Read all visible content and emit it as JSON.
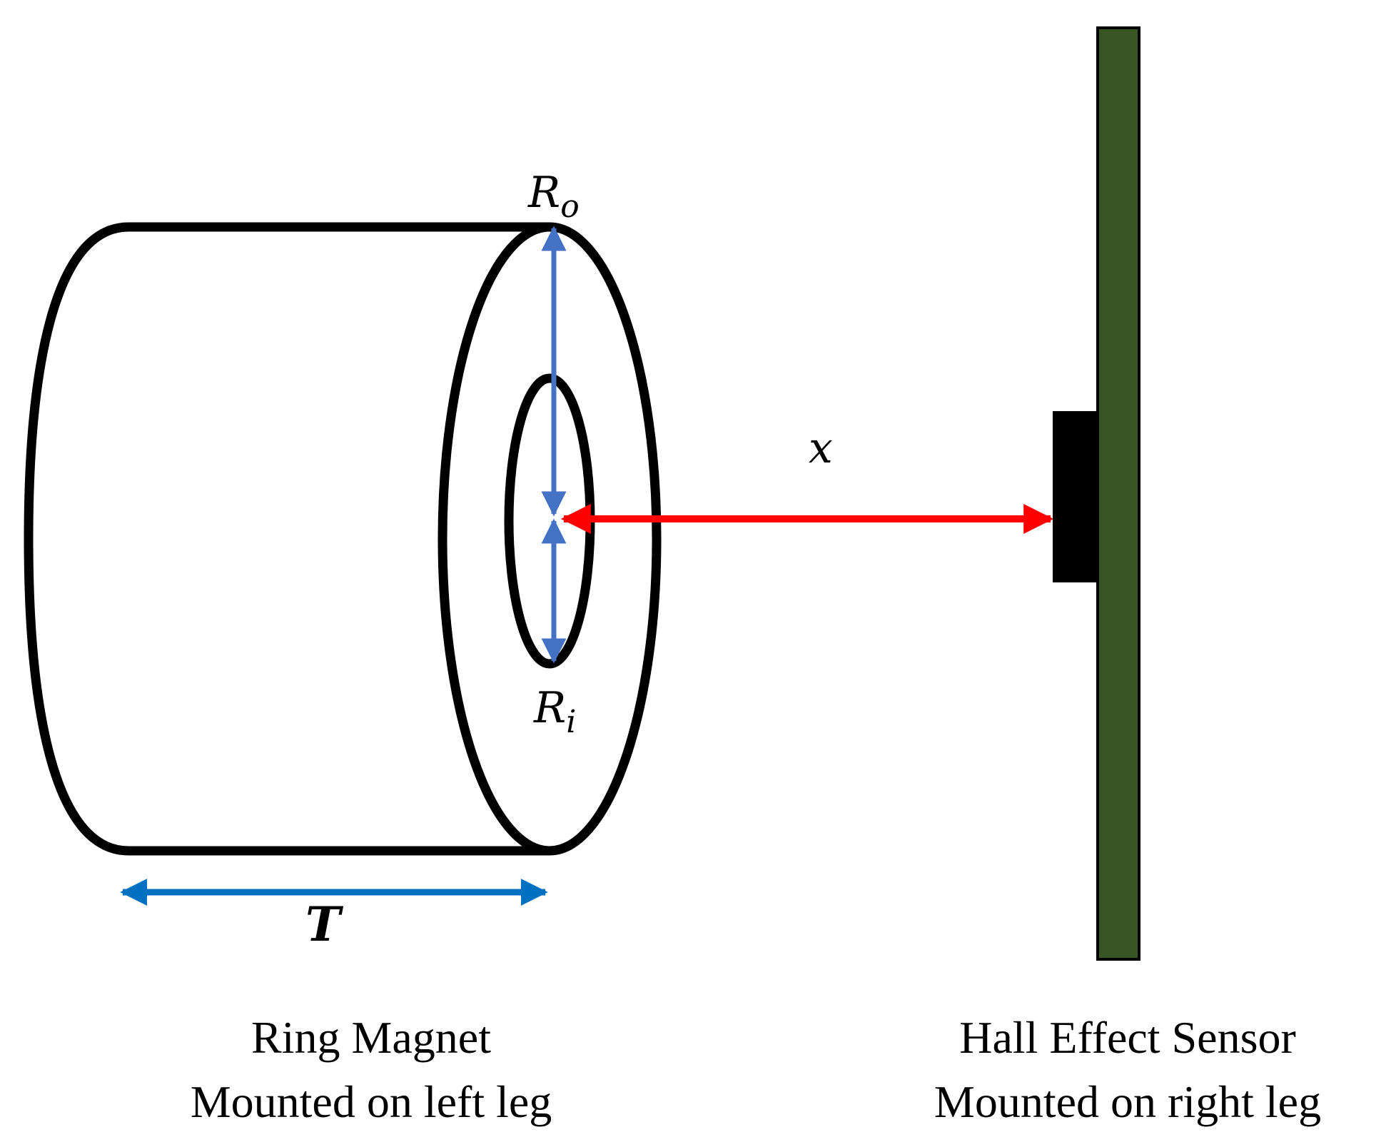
{
  "labels": {
    "outer_radius": {
      "symbol": "R",
      "subscript": "o"
    },
    "inner_radius": {
      "symbol": "R",
      "subscript": "i"
    },
    "distance": "x",
    "thickness": "T"
  },
  "captions": {
    "magnet_line1": "Ring Magnet",
    "magnet_line2": "Mounted on left leg",
    "sensor_line1": "Hall Effect Sensor",
    "sensor_line2": "Mounted on right leg"
  },
  "colors": {
    "outline": "#000000",
    "radius_arrow": "#4472C4",
    "thickness_arrow": "#0070C0",
    "distance_arrow": "#FF0000",
    "board": "#375623",
    "sensor_chip": "#000000"
  }
}
